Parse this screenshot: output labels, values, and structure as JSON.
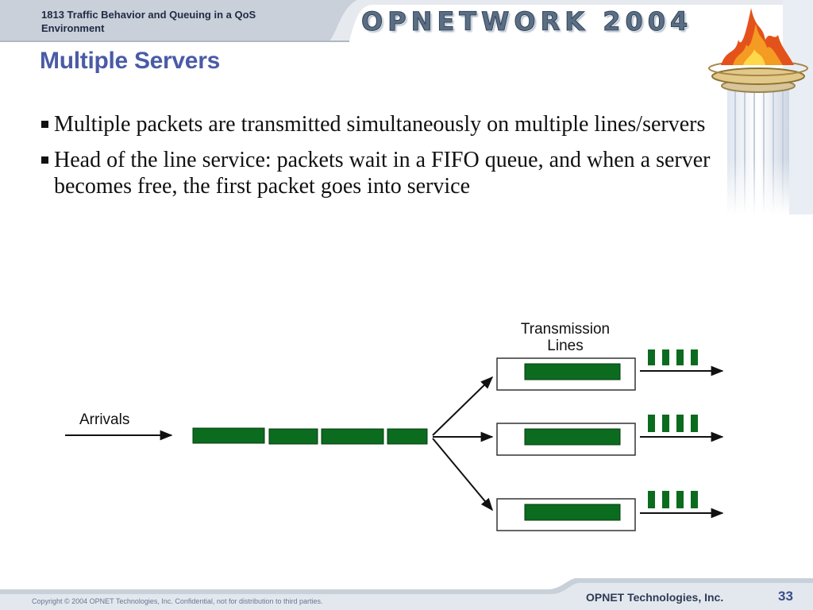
{
  "header": {
    "course_title": "1813 Traffic Behavior and Queuing in a QoS Environment",
    "brand": "OPNETWORK 2004"
  },
  "slide": {
    "title": "Multiple Servers",
    "bullets": [
      "Multiple packets are transmitted simultaneously on multiple lines/servers",
      "Head of the line service: packets wait in a FIFO queue, and when a server becomes free, the first packet goes into service"
    ]
  },
  "diagram": {
    "arrivals_label": "Arrivals",
    "lines_label_line1": "Transmission",
    "lines_label_line2": "Lines",
    "queue_packets": 4,
    "servers": 3,
    "output_packets_per_line": 4,
    "packet_color": "#0b6b1e"
  },
  "footer": {
    "copyright": "Copyright © 2004 OPNET Technologies, Inc.  Confidential, not for distribution to third parties.",
    "company": "OPNET Technologies, Inc.",
    "page_number": "33"
  },
  "colors": {
    "title": "#4a5ba6",
    "header_band": "#c8cfd8",
    "packet": "#0b6b1e"
  }
}
